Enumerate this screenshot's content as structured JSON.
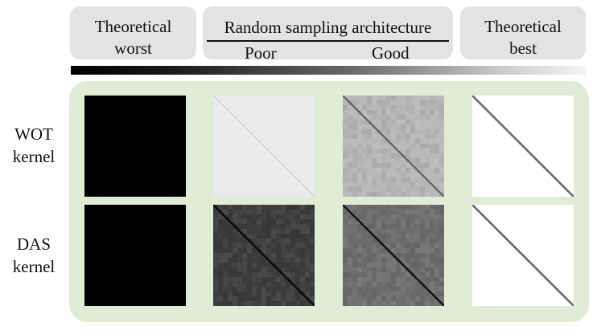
{
  "header": {
    "worst_line1": "Theoretical",
    "worst_line2": "worst",
    "random_title": "Random sampling architecture",
    "poor_label": "Poor",
    "good_label": "Good",
    "best_line1": "Theoretical",
    "best_line2": "best"
  },
  "rows": [
    {
      "label_line1": "WOT",
      "label_line2": "kernel",
      "tiles": [
        {
          "background": "#000000",
          "diagonal": "none",
          "diagonal_color": "#000000",
          "texture": false
        },
        {
          "background": "#ebebeb",
          "diagonal": "faint",
          "diagonal_color": "#cdcdcd",
          "texture": false
        },
        {
          "background": "#b8b8b8",
          "diagonal": "medium",
          "diagonal_color": "#5f5f5f",
          "texture": true
        },
        {
          "background": "#ffffff",
          "diagonal": "strong",
          "diagonal_color": "#6c6c6c",
          "texture": false
        }
      ]
    },
    {
      "label_line1": "DAS",
      "label_line2": "kernel",
      "tiles": [
        {
          "background": "#000000",
          "diagonal": "none",
          "diagonal_color": "#000000",
          "texture": false
        },
        {
          "background": "#3c3c3c",
          "diagonal": "strong",
          "diagonal_color": "#0b0b0b",
          "texture": true
        },
        {
          "background": "#6e6e6e",
          "diagonal": "strong",
          "diagonal_color": "#161616",
          "texture": true
        },
        {
          "background": "#ffffff",
          "diagonal": "strong",
          "diagonal_color": "#6c6c6c",
          "texture": false
        }
      ]
    }
  ],
  "colors": {
    "header_pill": "#e3e3e3",
    "panel": "#e1ecd6",
    "gradient_start": "#000000",
    "gradient_end": "#f4f4f4"
  }
}
